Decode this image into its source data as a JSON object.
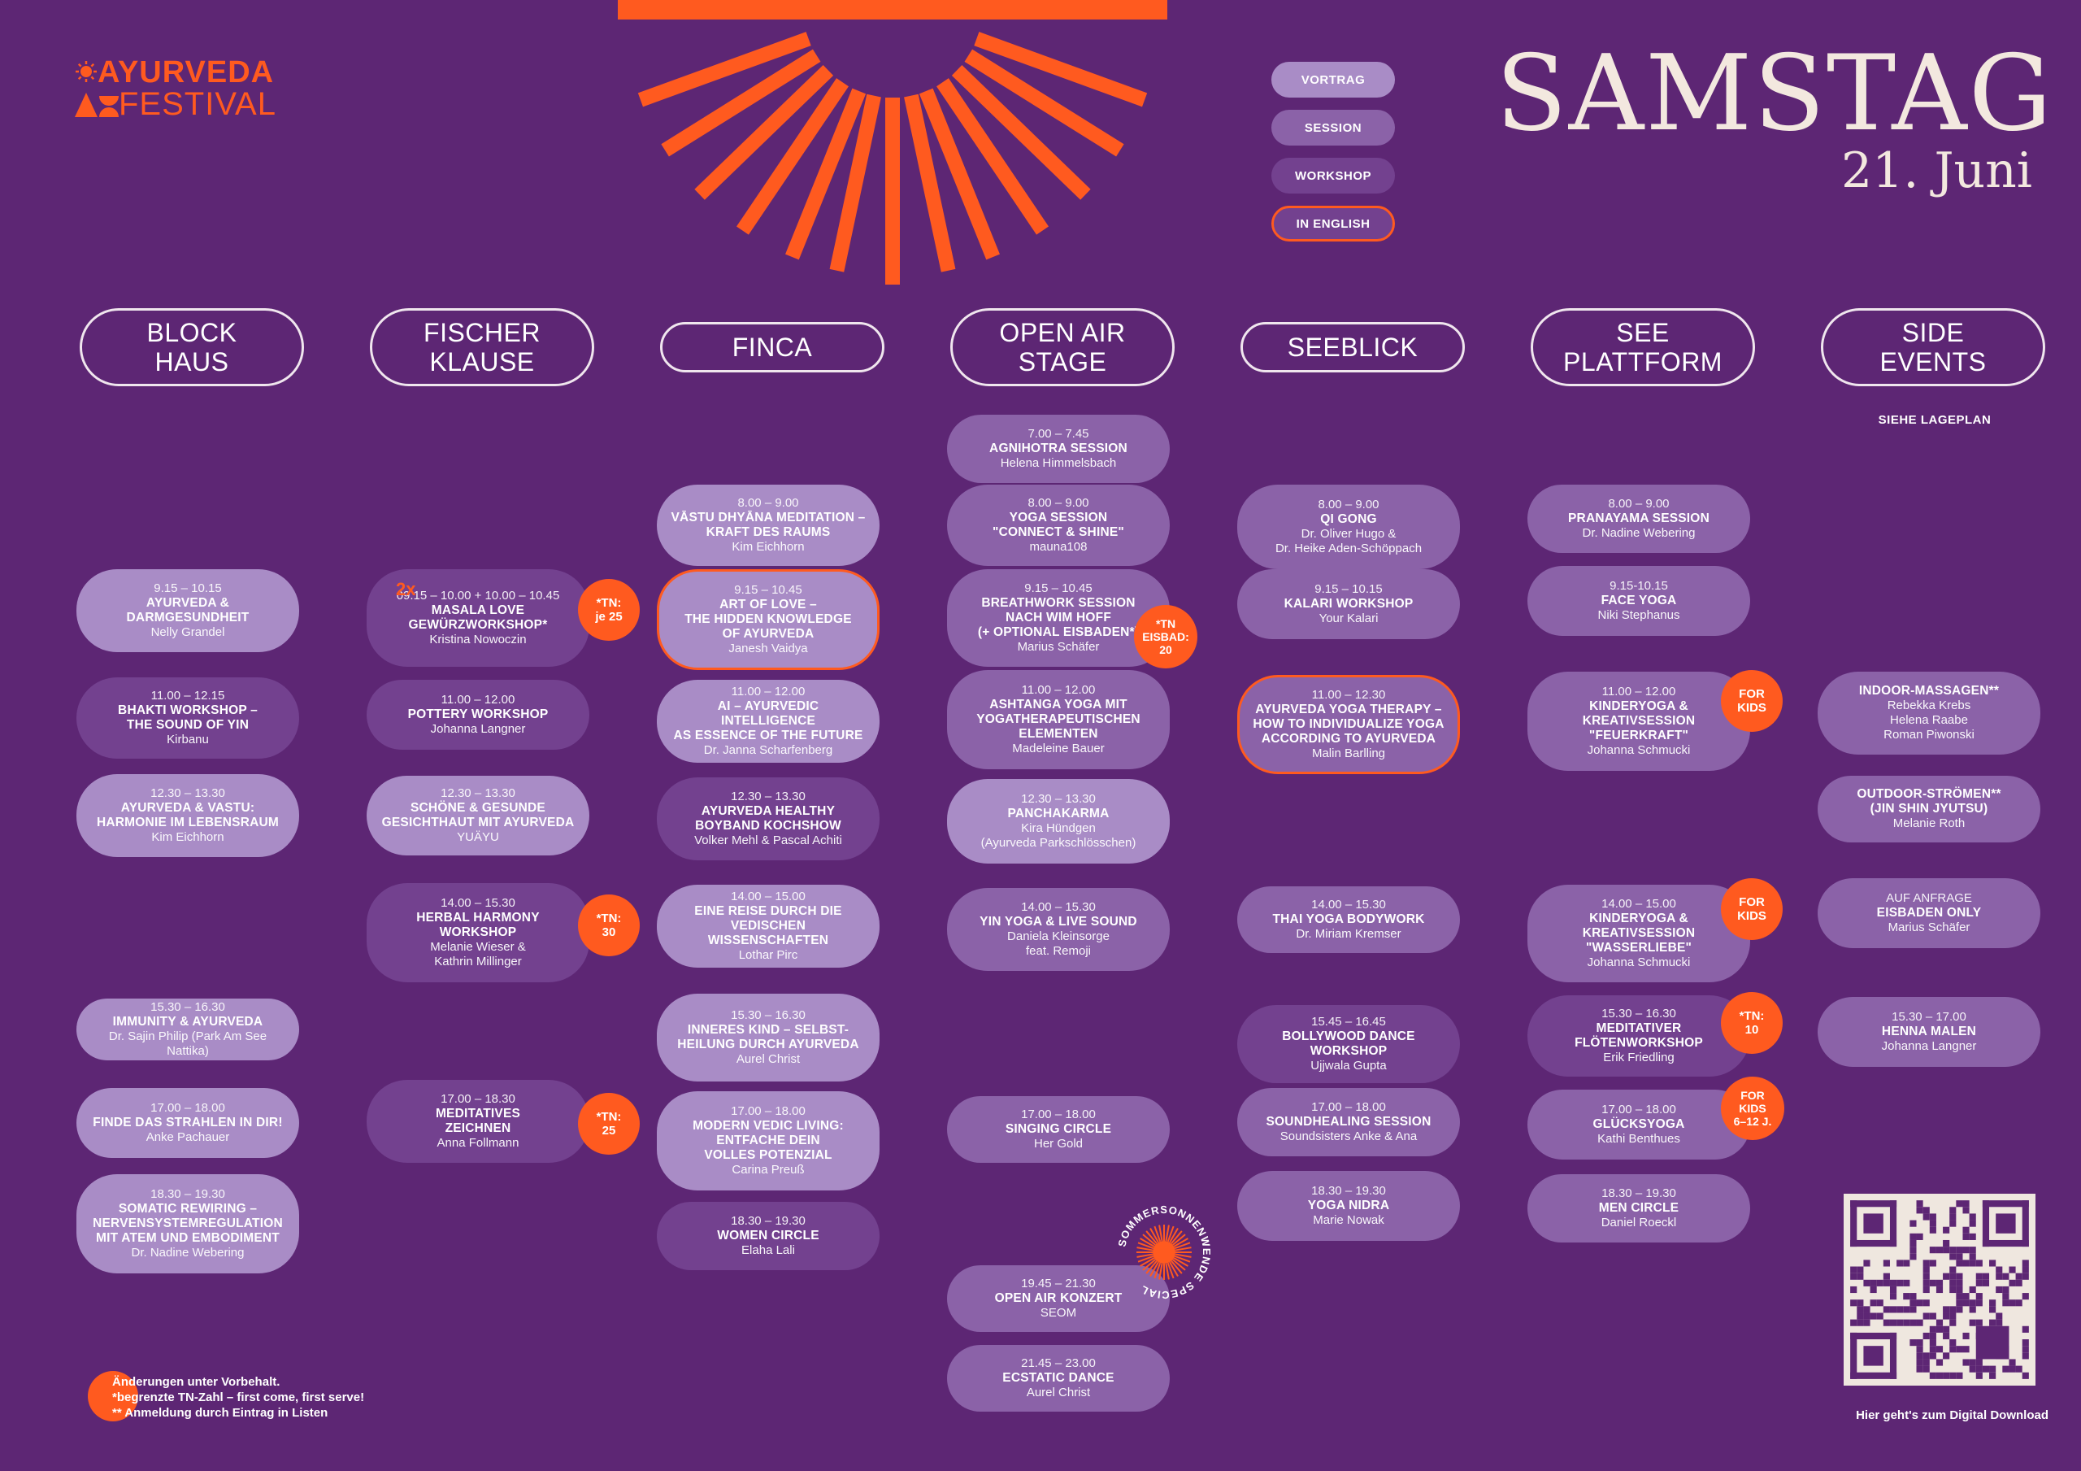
{
  "logo": {
    "line1": "AYURVEDA",
    "line2": "FESTIVAL"
  },
  "legend": [
    {
      "label": "VORTRAG",
      "style": "vortrag"
    },
    {
      "label": "SESSION",
      "style": "session"
    },
    {
      "label": "WORKSHOP",
      "style": "workshop"
    },
    {
      "label": "IN ENGLISH",
      "style": "en"
    }
  ],
  "header": {
    "day": "SAMSTAG",
    "date": "21. Juni"
  },
  "colors": {
    "background": "#5d2674",
    "accent": "#ff5a1f",
    "vortrag": "#a98cc6",
    "session": "#8b62a8",
    "workshop": "#73418f"
  },
  "venues": [
    {
      "name": "BLOCK\nHAUS"
    },
    {
      "name": "FISCHER\nKLAUSE"
    },
    {
      "name": "FINCA"
    },
    {
      "name": "OPEN AIR\nSTAGE"
    },
    {
      "name": "SEEBLICK"
    },
    {
      "name": "SEE\nPLATTFORM"
    },
    {
      "name": "SIDE\nEVENTS"
    }
  ],
  "side_note": "SIEHE LAGEPLAN",
  "sessions": {
    "blockhaus": [
      {
        "time": "9.15 – 10.15",
        "title": "AYURVEDA &\nDARMGESUNDHEIT",
        "person": "Nelly Grandel"
      },
      {
        "time": "11.00 – 12.15",
        "title": "BHAKTI WORKSHOP –\nTHE SOUND OF YIN",
        "person": "Kirbanu"
      },
      {
        "time": "12.30 – 13.30",
        "title": "AYURVEDA & VASTU:\nHARMONIE IM LEBENSRAUM",
        "person": "Kim Eichhorn"
      },
      {
        "time": "15.30 – 16.30",
        "title": "IMMUNITY & AYURVEDA",
        "person": "Dr. Sajin Philip (Park Am See Nattika)"
      },
      {
        "time": "17.00 – 18.00",
        "title": "FINDE DAS STRAHLEN IN DIR!",
        "person": "Anke Pachauer"
      },
      {
        "time": "18.30 – 19.30",
        "title": "SOMATIC REWIRING –\nNERVENSYSTEMREGULATION\nMIT ATEM UND EMBODIMENT",
        "person": "Dr. Nadine Webering"
      }
    ],
    "fischerklause": [
      {
        "time": "09.15 – 10.00 +\n10.00 – 10.45",
        "title": "MASALA LOVE\nGEWÜRZWORKSHOP*",
        "person": "Kristina Nowoczin",
        "badge": "*TN:\nje 25",
        "prefix": "2x"
      },
      {
        "time": "11.00 – 12.00",
        "title": "POTTERY WORKSHOP",
        "person": "Johanna Langner"
      },
      {
        "time": "12.30 – 13.30",
        "title": "SCHÖNE & GESUNDE\nGESICHTHAUT MIT AYURVEDA",
        "person": "YUÄYU"
      },
      {
        "time": "14.00 – 15.30",
        "title": "HERBAL HARMONY\nWORKSHOP",
        "person": "Melanie Wieser  &\nKathrin Millinger",
        "badge": "*TN:\n30"
      },
      {
        "time": "17.00 – 18.30",
        "title": "MEDITATIVES\nZEICHNEN",
        "person": "Anna Follmann",
        "badge": "*TN:\n25"
      }
    ],
    "finca": [
      {
        "time": "8.00 – 9.00",
        "title": "VĀSTU DHYĀNA MEDITATION –\nKRAFT DES RAUMS",
        "person": "Kim Eichhorn"
      },
      {
        "time": "9.15 – 10.45",
        "title": "ART OF LOVE –\nTHE HIDDEN KNOWLEDGE\nOF AYURVEDA",
        "person": "Janesh Vaidya"
      },
      {
        "time": "11.00 – 12.00",
        "title": "AI – AYURVEDIC INTELLIGENCE\nAS ESSENCE OF THE FUTURE",
        "person": "Dr. Janna Scharfenberg"
      },
      {
        "time": "12.30 – 13.30",
        "title": "AYURVEDA HEALTHY\nBOYBAND KOCHSHOW",
        "person": "Volker Mehl & Pascal Achiti"
      },
      {
        "time": "14.00 – 15.00",
        "title": "EINE REISE DURCH DIE\nVEDISCHEN WISSENSCHAFTEN",
        "person": "Lothar Pirc"
      },
      {
        "time": "15.30 – 16.30",
        "title": "INNERES KIND – SELBST-\nHEILUNG DURCH AYURVEDA",
        "person": "Aurel Christ"
      },
      {
        "time": "17.00 – 18.00",
        "title": "MODERN VEDIC LIVING:\nENTFACHE DEIN\nVOLLES POTENZIAL",
        "person": "Carina Preuß"
      },
      {
        "time": "18.30 – 19.30",
        "title": "WOMEN CIRCLE",
        "person": "Elaha Lali"
      }
    ],
    "openair": [
      {
        "time": "7.00 – 7.45",
        "title": "AGNIHOTRA SESSION",
        "person": "Helena Himmelsbach"
      },
      {
        "time": "8.00 – 9.00",
        "title": "YOGA SESSION\n\"CONNECT & SHINE\"",
        "person": "mauna108"
      },
      {
        "time": "9.15 – 10.45",
        "title": "BREATHWORK SESSION\nNACH WIM HOFF\n(+ OPTIONAL EISBADEN*)",
        "person": "Marius Schäfer",
        "badge": "*TN\nEISBAD:\n20"
      },
      {
        "time": "11.00 – 12.00",
        "title": "ASHTANGA YOGA MIT\nYOGATHERAPEUTISCHEN\nELEMENTEN",
        "person": "Madeleine Bauer"
      },
      {
        "time": "12.30 – 13.30",
        "title": "PANCHAKARMA",
        "person": "Kira Hündgen\n(Ayurveda Parkschlösschen)"
      },
      {
        "time": "14.00 – 15.30",
        "title": "YIN YOGA & LIVE SOUND",
        "person": "Daniela Kleinsorge\nfeat. Remoji"
      },
      {
        "time": "17.00 – 18.00",
        "title": "SINGING CIRCLE",
        "person": "Her Gold"
      },
      {
        "time": "19.45 – 21.30",
        "title": "OPEN AIR KONZERT",
        "person": "SEOM"
      },
      {
        "time": "21.45 – 23.00",
        "title": "ECSTATIC DANCE",
        "person": "Aurel Christ"
      }
    ],
    "seeblick": [
      {
        "time": "8.00 – 9.00",
        "title": "QI GONG",
        "person": "Dr. Oliver Hugo &\nDr. Heike Aden-Schöppach"
      },
      {
        "time": "9.15 – 10.15",
        "title": "KALARI WORKSHOP",
        "person": "Your Kalari"
      },
      {
        "time": "11.00 – 12.30",
        "title": "AYURVEDA YOGA THERAPY –\nHOW TO INDIVIDUALIZE YOGA\nACCORDING TO AYURVEDA",
        "person": "Malin Barlling"
      },
      {
        "time": "14.00 – 15.30",
        "title": "THAI YOGA BODYWORK",
        "person": "Dr. Miriam Kremser"
      },
      {
        "time": "15.45 – 16.45",
        "title": "BOLLYWOOD DANCE\nWORKSHOP",
        "person": "Ujjwala Gupta"
      },
      {
        "time": "17.00 – 18.00",
        "title": "SOUNDHEALING SESSION",
        "person": "Soundsisters Anke & Ana"
      },
      {
        "time": "18.30 – 19.30",
        "title": "YOGA NIDRA",
        "person": "Marie Nowak"
      }
    ],
    "seeplattform": [
      {
        "time": "8.00 – 9.00",
        "title": "PRANAYAMA SESSION",
        "person": "Dr. Nadine Webering"
      },
      {
        "time": "9.15-10.15",
        "title": "FACE YOGA",
        "person": "Niki Stephanus"
      },
      {
        "time": "11.00 – 12.00",
        "title": "KINDERYOGA &\nKREATIVSESSION\n\"FEUERKRAFT\"",
        "person": "Johanna Schmucki",
        "badge": "FOR\nKIDS"
      },
      {
        "time": "14.00 – 15.00",
        "title": "KINDERYOGA &\nKREATIVSESSION\n\"WASSERLIEBE\"",
        "person": "Johanna Schmucki",
        "badge": "FOR\nKIDS"
      },
      {
        "time": "15.30 – 16.30",
        "title": "MEDITATIVER\nFLÖTENWORKSHOP",
        "person": "Erik Friedling",
        "badge": "*TN:\n10"
      },
      {
        "time": "17.00 – 18.00",
        "title": "GLÜCKSYOGA",
        "person": "Kathi Benthues",
        "badge": "FOR\nKIDS\n6–12 J."
      },
      {
        "time": "18.30 – 19.30",
        "title": "MEN CIRCLE",
        "person": "Daniel Roeckl"
      }
    ],
    "side": [
      {
        "time": "",
        "title": "INDOOR-MASSAGEN**",
        "person": "Rebekka Krebs\nHelena Raabe\nRoman Piwonski"
      },
      {
        "time": "",
        "title": "OUTDOOR-STRÖMEN**\n(JIN SHIN JYUTSU)",
        "person": "Melanie Roth"
      },
      {
        "time": "AUF ANFRAGE",
        "title": "EISBADEN ONLY",
        "person": "Marius Schäfer"
      },
      {
        "time": "15.30 – 17.00",
        "title": "HENNA MALEN",
        "person": "Johanna Langner"
      }
    ]
  },
  "special_badge": "SOMMERSONNENWENDE SPECIAL",
  "footer": {
    "note": "Änderungen unter Vorbehalt.\n*begrenzte TN-Zahl – first come, first serve!\n** Anmeldung durch Eintrag in Listen",
    "qr_label": "Hier geht's zum Digital Download"
  }
}
